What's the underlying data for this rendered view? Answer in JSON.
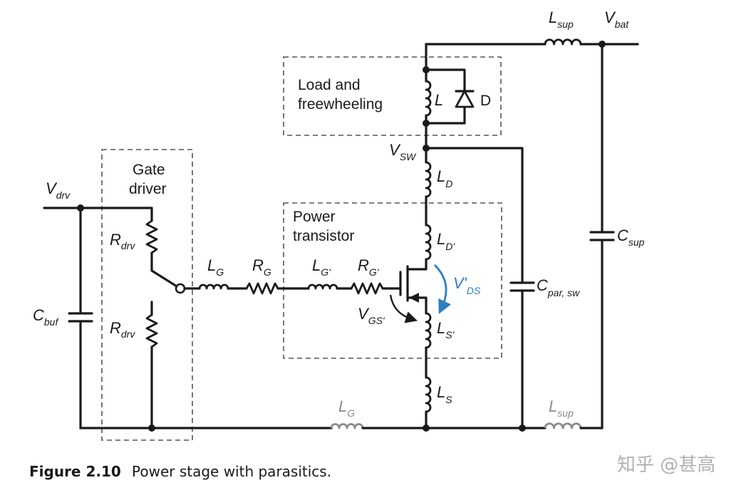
{
  "labels": {
    "lsup_top": {
      "main": "L",
      "sub": "sup"
    },
    "vbat": {
      "main": "V",
      "sub": "bat"
    },
    "l_load": "L",
    "d_load": "D",
    "vsw": {
      "main": "V",
      "sub": "SW"
    },
    "ld": {
      "main": "L",
      "sub": "D"
    },
    "ld_prime": {
      "main": "L",
      "sub": "D'"
    },
    "vds_prime": {
      "main": "V'",
      "sub": "DS"
    },
    "cpar": {
      "main": "C",
      "sub": "par, sw"
    },
    "csup": {
      "main": "C",
      "sub": "sup"
    },
    "vdrv": {
      "main": "V",
      "sub": "drv"
    },
    "cbuf": {
      "main": "C",
      "sub": "buf"
    },
    "rdrv_top": {
      "main": "R",
      "sub": "drv"
    },
    "rdrv_bot": {
      "main": "R",
      "sub": "drv"
    },
    "lg": {
      "main": "L",
      "sub": "G"
    },
    "rg": {
      "main": "R",
      "sub": "G"
    },
    "lg_prime": {
      "main": "L",
      "sub": "G'"
    },
    "rg_prime": {
      "main": "R",
      "sub": "G'"
    },
    "vgs_prime": {
      "main": "V",
      "sub": "GS'"
    },
    "ls_prime": {
      "main": "L",
      "sub": "S'"
    },
    "ls": {
      "main": "L",
      "sub": "S"
    },
    "lg_bottom": {
      "main": "L",
      "sub": "G"
    },
    "lsup_bottom": {
      "main": "L",
      "sub": "sup"
    }
  },
  "blocks": {
    "load_line1": "Load and",
    "load_line2": "freewheeling",
    "gate_line1": "Gate",
    "gate_line2": "driver",
    "power_line1": "Power",
    "power_line2": "transistor"
  },
  "caption": {
    "number": "Figure 2.10",
    "text": "Power stage with parasitics."
  },
  "watermark": "知乎 @甚高",
  "colors": {
    "wire": "#1a1a1a",
    "parasitic_gray": "#8a8a8a",
    "vds_arrow_blue": "#2f7fc0"
  }
}
